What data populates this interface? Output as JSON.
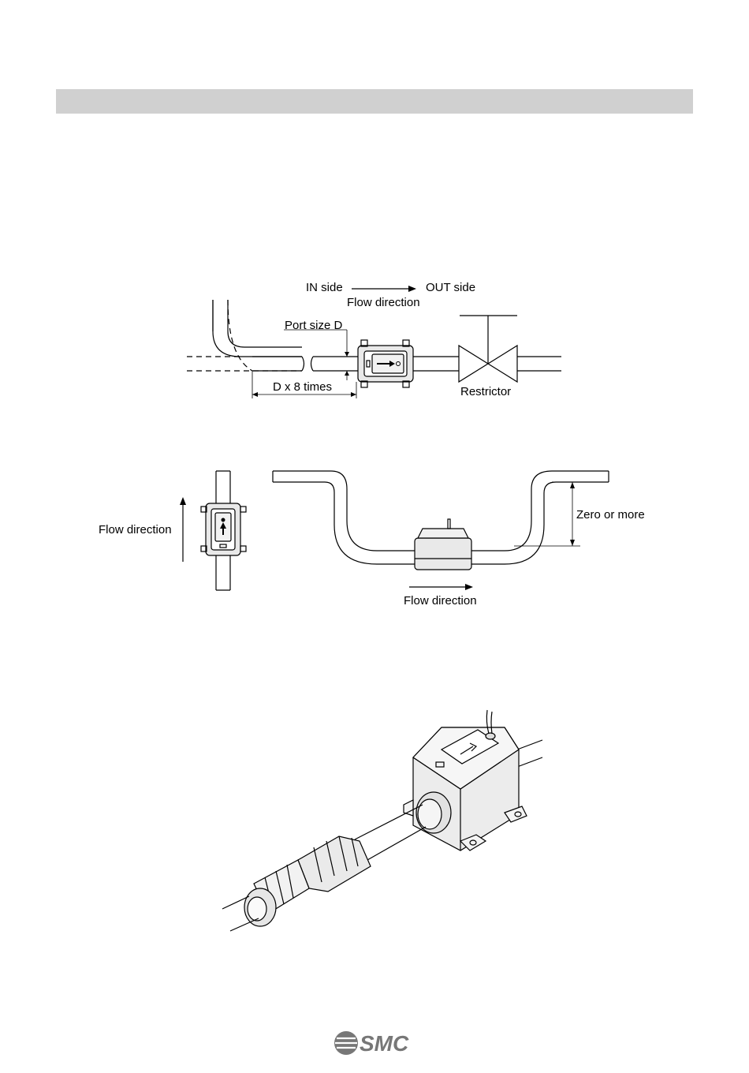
{
  "figure1": {
    "in_side": "IN side",
    "out_side": "OUT side",
    "flow_direction": "Flow direction",
    "port_size": "Port size D",
    "distance": "D x 8 times",
    "restrictor": "Restrictor"
  },
  "figure2": {
    "flow_direction_left": "Flow direction",
    "zero_or_more": "Zero or more",
    "flow_direction_bottom": "Flow direction"
  },
  "footer": {
    "logo_text": "SMC"
  },
  "colors": {
    "header_bar": "#d0d0d0",
    "line": "#000000",
    "body_fill": "#e9e9e9"
  }
}
